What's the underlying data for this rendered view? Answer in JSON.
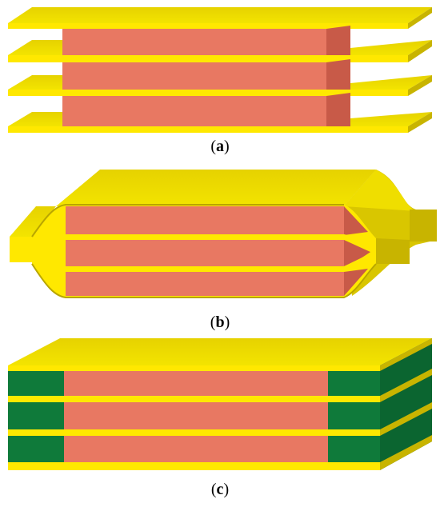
{
  "figures": [
    {
      "id": "a",
      "open_paren": "(",
      "letter": "a",
      "close_paren": ")"
    },
    {
      "id": "b",
      "open_paren": "(",
      "letter": "b",
      "close_paren": ")"
    },
    {
      "id": "c",
      "open_paren": "(",
      "letter": "c",
      "close_paren": ")"
    }
  ],
  "colors": {
    "yellow_top": "#f0e000",
    "yellow_side": "#c8b400",
    "yellow_front": "#ffe800",
    "core_front": "#e87862",
    "core_side": "#c85a48",
    "green": "#0f7a3a",
    "green_side": "#0b6530",
    "background": "#ffffff"
  }
}
